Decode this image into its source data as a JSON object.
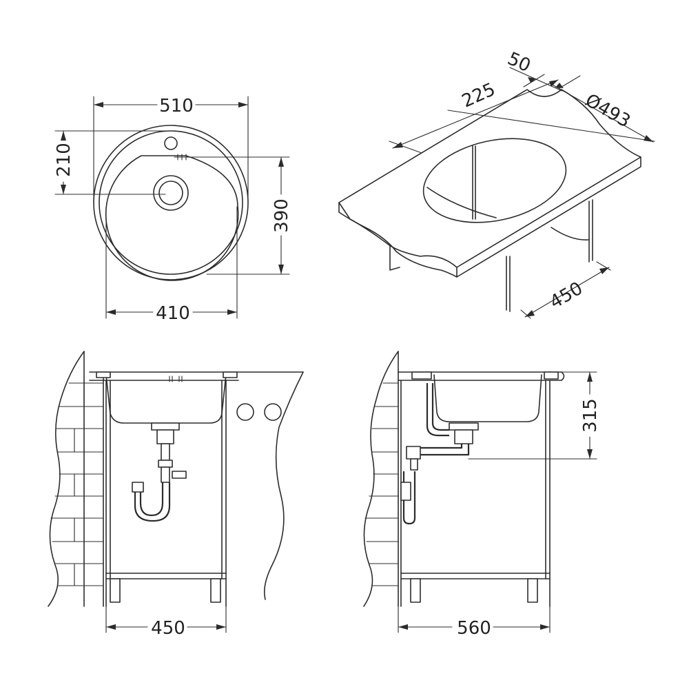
{
  "colors": {
    "line": "#2b2b2b",
    "background": "#ffffff"
  },
  "top_view": {
    "dim_outer_width": "510",
    "dim_drain_offset": "210",
    "dim_bowl_depth": "390",
    "dim_bowl_width": "410"
  },
  "iso_view": {
    "dim_edge": "50",
    "dim_offset": "225",
    "dim_cutout": "Ø493",
    "dim_cabinet": "450"
  },
  "front_view": {
    "dim_cabinet_width": "450"
  },
  "side_view": {
    "dim_height": "315",
    "dim_cabinet_depth": "560"
  }
}
